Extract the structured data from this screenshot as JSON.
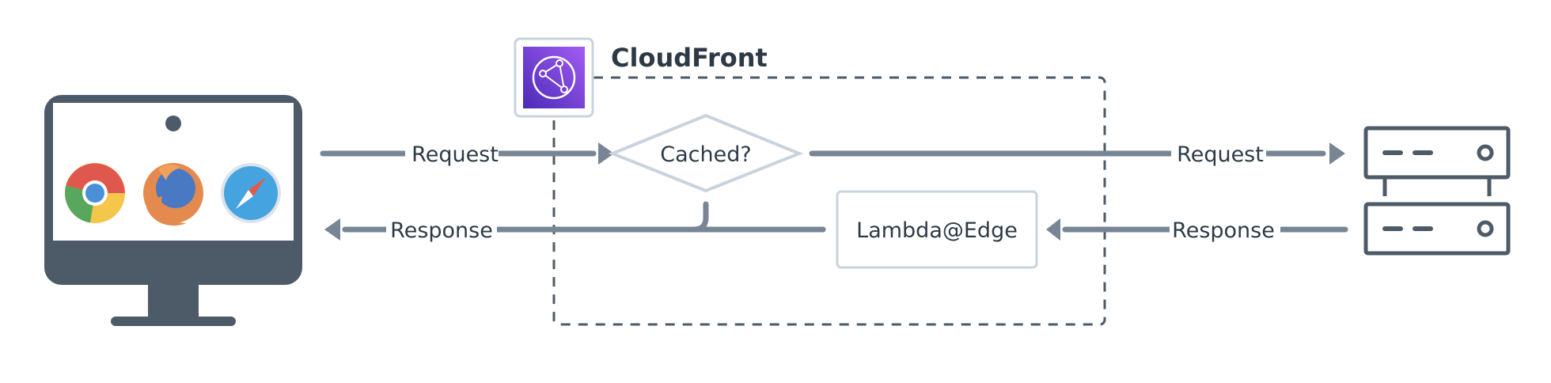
{
  "title": "CloudFront",
  "labels": {
    "request_left": "Request",
    "response_left": "Response",
    "cached": "Cached?",
    "lambda": "Lambda@Edge",
    "request_right": "Request",
    "response_right": "Response"
  },
  "colors": {
    "line": "#778594",
    "monitor": "#4d5b68",
    "box_border": "#c9d3de",
    "cloudfront_purple": "#7b3fd4",
    "text": "#2d3a46"
  }
}
